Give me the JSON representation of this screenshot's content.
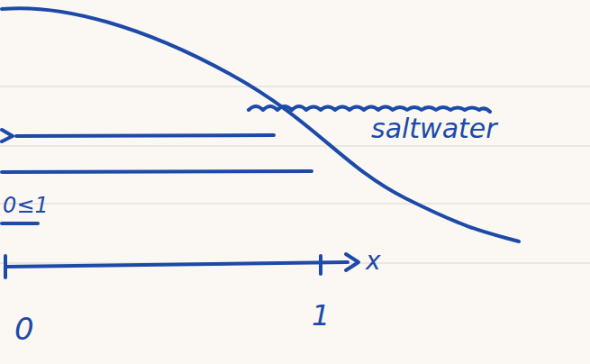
{
  "diagram": {
    "labels": [
      "saltwater",
      "0≤1",
      "x",
      "0",
      "1"
    ]
  }
}
